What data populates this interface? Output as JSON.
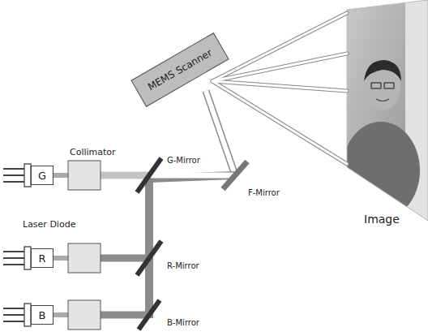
{
  "diagram": {
    "nodes": [
      {
        "text": [
          "MEMS Scanner"
        ]
      },
      {
        "text": [
          "G"
        ]
      },
      {
        "text": [
          "R"
        ]
      },
      {
        "text": [
          "B"
        ]
      }
    ],
    "labels": [
      "Collimator",
      "Laser Diode",
      "G-Mirror",
      "R-Mirror",
      "B-Mirror",
      "F-Mirror",
      "Image"
    ]
  }
}
